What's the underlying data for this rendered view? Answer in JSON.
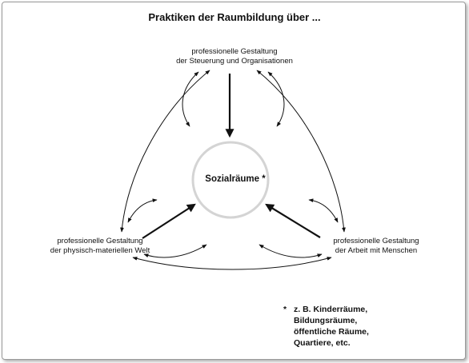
{
  "title": "Praktiken der Raumbildung über ...",
  "nodes": {
    "top": {
      "line1": "professionelle Gestaltung",
      "line2": "der Steuerung und Organisationen"
    },
    "left": {
      "line1": "professionelle Gestaltung",
      "line2": "der physisch-materiellen Welt"
    },
    "right": {
      "line1": "professionelle Gestaltung",
      "line2": "der Arbeit mit Menschen"
    }
  },
  "center": {
    "label": "Sozialräume *"
  },
  "footnote": {
    "marker": "*",
    "lines": [
      "z. B. Kinderräume,",
      "Bildungsräume,",
      "öffentliche Räume,",
      "Quartiere, etc."
    ]
  },
  "colors": {
    "circle": "#d4d4d4",
    "arrows": "#111111"
  }
}
